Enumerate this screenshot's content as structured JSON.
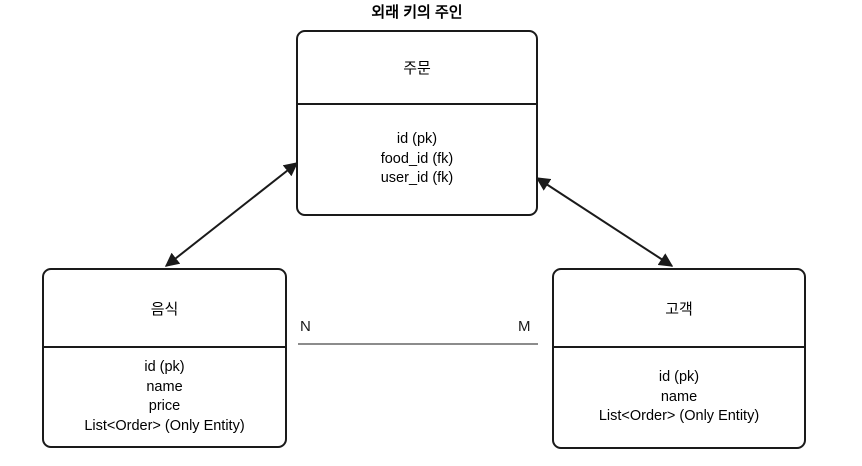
{
  "diagram": {
    "title": "외래 키의 주인",
    "entities": [
      {
        "id": "order",
        "name": "주문",
        "attributes": [
          "id (pk)",
          "food_id (fk)",
          "user_id (fk)"
        ]
      },
      {
        "id": "food",
        "name": "음식",
        "attributes": [
          "id (pk)",
          "name",
          "price",
          "List<Order> (Only Entity)"
        ]
      },
      {
        "id": "customer",
        "name": "고객",
        "attributes": [
          "id (pk)",
          "name",
          "List<Order> (Only Entity)"
        ]
      }
    ],
    "relations": {
      "left_cardinality": "N",
      "right_cardinality": "M"
    },
    "colors": {
      "box_border": "#1a1a1a",
      "box_fill": "#ffffff",
      "arrow": "#1a1a1a",
      "relation_line": "#8c8c8c",
      "text": "#000000",
      "background": "#ffffff"
    }
  }
}
